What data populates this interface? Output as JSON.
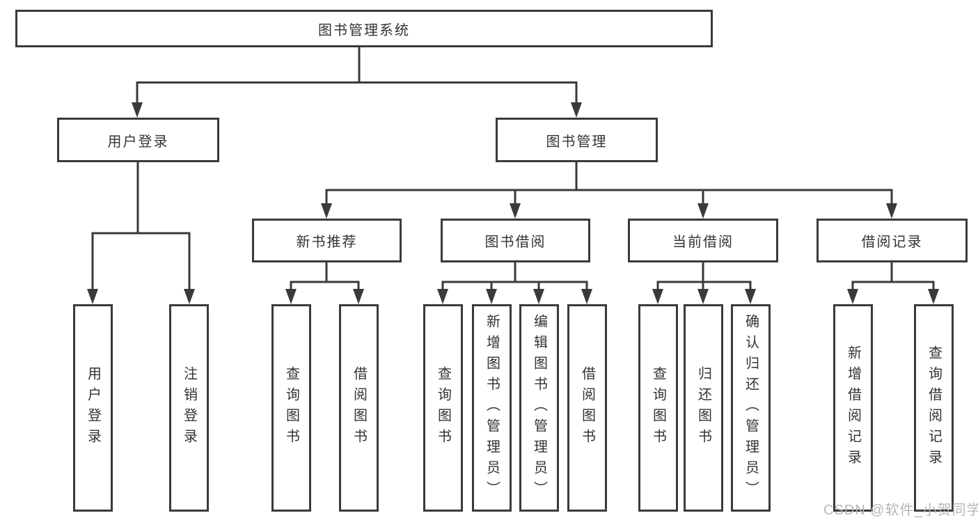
{
  "nodes": {
    "root": {
      "label": "图书管理系统"
    },
    "login": {
      "label": "用户登录"
    },
    "mgmt": {
      "label": "图书管理"
    },
    "recommend": {
      "label": "新书推荐"
    },
    "borrow": {
      "label": "图书借阅"
    },
    "current": {
      "label": "当前借阅"
    },
    "records": {
      "label": "借阅记录"
    },
    "login_user": {
      "label": "用户登录"
    },
    "login_logout": {
      "label": "注销登录"
    },
    "rec_query": {
      "label": "查询图书"
    },
    "rec_borrow": {
      "label": "借阅图书"
    },
    "bor_query": {
      "label": "查询图书"
    },
    "bor_add": {
      "label": "新增图书（管理员）"
    },
    "bor_edit": {
      "label": "编辑图书（管理员）"
    },
    "bor_borrow": {
      "label": "借阅图书"
    },
    "cur_query": {
      "label": "查询图书"
    },
    "cur_return": {
      "label": "归还图书"
    },
    "cur_confirm": {
      "label": "确认归还（管理员）"
    },
    "rcd_add": {
      "label": "新增借阅记录"
    },
    "rcd_query": {
      "label": "查询借阅记录"
    }
  },
  "watermark": "CSDN @软件_小贺同学",
  "colors": {
    "line": "#3a3a3a",
    "text": "#333333",
    "watermark": "#b2b2b2",
    "background": "#ffffff"
  }
}
